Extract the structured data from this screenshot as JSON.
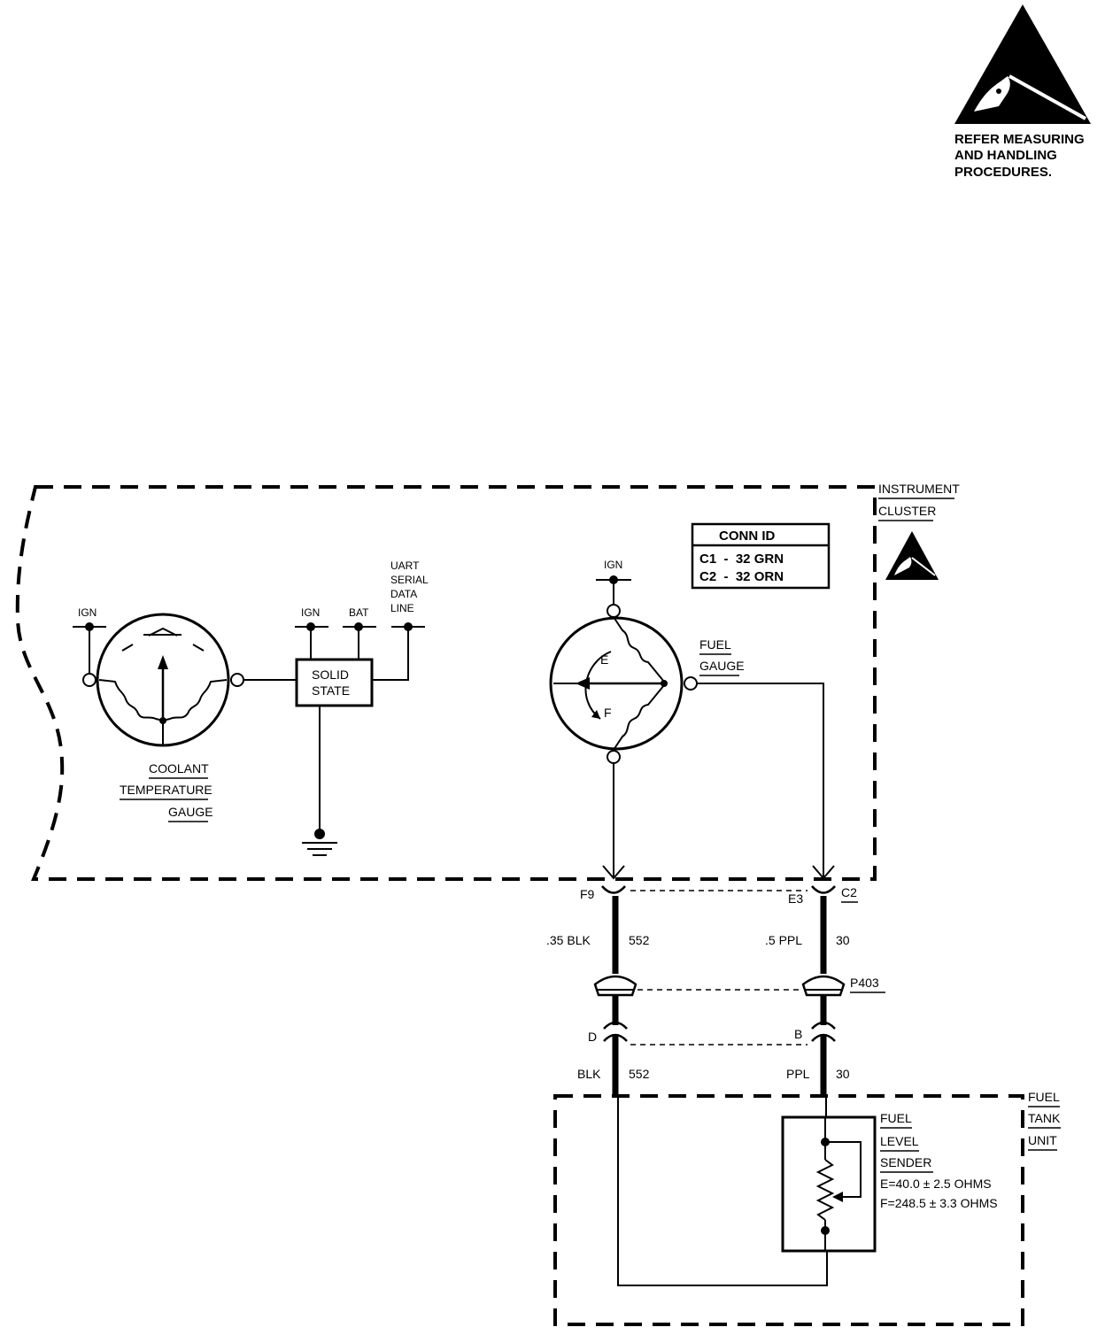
{
  "warning": {
    "line1": "REFER MEASURING",
    "line2": "AND HANDLING",
    "line3": "PROCEDURES."
  },
  "instrument_cluster": {
    "label_line1": "INSTRUMENT",
    "label_line2": "CLUSTER"
  },
  "conn_id": {
    "title": "CONN ID",
    "row1": "C1  -  32 GRN",
    "row2": "C2  -  32 ORN"
  },
  "coolant_gauge": {
    "ign": "IGN",
    "label_line1": "COOLANT",
    "label_line2": "TEMPERATURE",
    "label_line3": "GAUGE"
  },
  "solid_state": {
    "line1": "SOLID",
    "line2": "STATE",
    "ign": "IGN",
    "bat": "BAT"
  },
  "uart": {
    "line1": "UART",
    "line2": "SERIAL",
    "line3": "DATA",
    "line4": "LINE"
  },
  "fuel_gauge": {
    "ign": "IGN",
    "label_line1": "FUEL",
    "label_line2": "GAUGE",
    "mark_e": "E",
    "mark_f": "F"
  },
  "connectors": {
    "f9": "F9",
    "e3": "E3",
    "c2": "C2",
    "p403": "P403",
    "d": "D",
    "b": "B"
  },
  "wires": {
    "left_upper_color": ".35 BLK",
    "left_upper_circuit": "552",
    "right_upper_color": ".5 PPL",
    "right_upper_circuit": "30",
    "left_lower_color": "BLK",
    "left_lower_circuit": "552",
    "right_lower_color": "PPL",
    "right_lower_circuit": "30"
  },
  "fuel_tank_unit": {
    "label_line1": "FUEL",
    "label_line2": "TANK",
    "label_line3": "UNIT"
  },
  "sender": {
    "line1": "FUEL",
    "line2": "LEVEL",
    "line3": "SENDER",
    "spec_e": "E=40.0 ± 2.5 OHMS",
    "spec_f": "F=248.5 ± 3.3 OHMS"
  }
}
